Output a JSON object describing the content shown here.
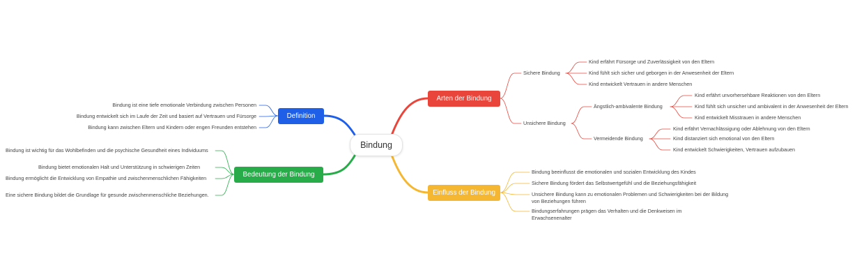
{
  "center": {
    "label": "Bindung"
  },
  "colors": {
    "definition": "#1f5fe8",
    "bedeutung": "#28ac4a",
    "arten": "#e9453b",
    "einfluss": "#f5b731"
  },
  "definition": {
    "label": "Definition",
    "items": [
      "Bindung ist eine tiefe emotionale Verbindung zwischen Personen",
      "Bindung entwickelt sich im Laufe der Zeit und basiert auf Vertrauen und Fürsorge",
      "Bindung kann zwischen Eltern und Kindern oder engen Freunden entstehen"
    ]
  },
  "bedeutung": {
    "label": "Bedeutung der Bindung",
    "items": [
      "Bindung ist wichtig für das Wohlbefinden und die psychische Gesundheit eines Individuums",
      "Bindung bietet emotionalen Halt und Unterstützung in schwierigen Zeiten",
      "Bindung ermöglicht die Entwicklung von Empathie und zwischenmenschlichen Fähigkeiten",
      "Eine sichere Bindung bildet die Grundlage für gesunde zwischenmenschliche Beziehungen."
    ]
  },
  "arten": {
    "label": "Arten der Bindung",
    "sichere": {
      "label": "Sichere Bindung",
      "items": [
        "Kind erfährt Fürsorge und Zuverlässigkeit von den Eltern",
        "Kind fühlt sich sicher und geborgen in der Anwesenheit der Eltern",
        "Kind entwickelt Vertrauen in andere Menschen"
      ]
    },
    "unsichere": {
      "label": "Unsichere Bindung",
      "ambivalent": {
        "label": "Ängstlich-ambivalente Bindung",
        "items": [
          "Kind erfährt unvorhersehbare Reaktionen von den Eltern",
          "Kind fühlt sich unsicher und ambivalent in der Anwesenheit der Eltern",
          "Kind entwickelt Misstrauen in andere Menschen"
        ]
      },
      "vermeidend": {
        "label": "Vermeidende Bindung",
        "items": [
          "Kind erfährt Vernachlässigung oder Ablehnung von den Eltern",
          "Kind distanziert sich emotional von den Eltern",
          "Kind entwickelt Schwierigkeiten, Vertrauen aufzubauen"
        ]
      }
    }
  },
  "einfluss": {
    "label": "Einfluss der Bindung",
    "items": [
      "Bindung beeinflusst die emotionalen und sozialen Entwicklung des Kindes",
      "Sichere Bindung fördert das Selbstwertgefühl und die Beziehungsfähigkeit",
      "Unsichere Bindung kann zu emotionalen Problemen und Schwierigkeiten bei der Bildung von Beziehungen führen",
      "Bindungserfahrungen prägen das Verhalten und die Denkweisen im Erwachsenenalter"
    ]
  }
}
